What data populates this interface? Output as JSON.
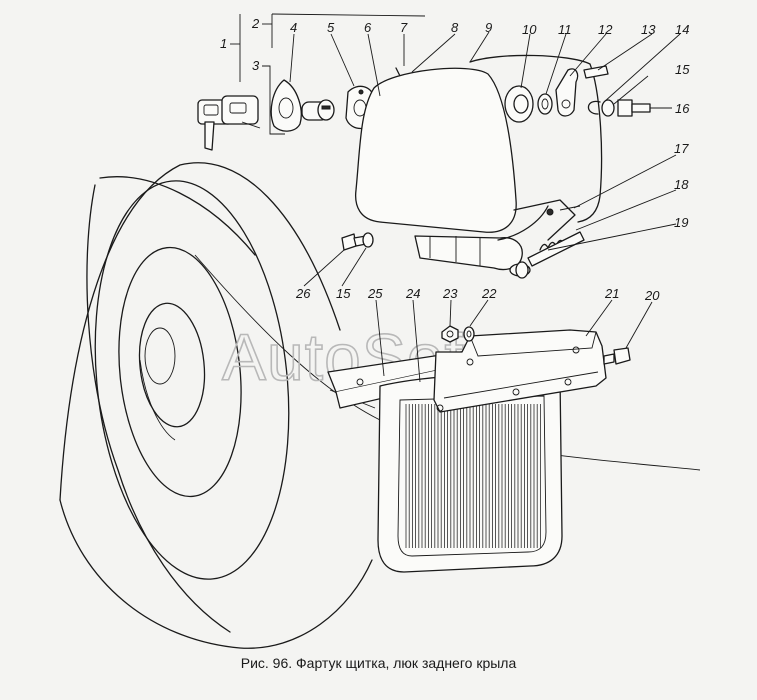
{
  "figure": {
    "caption": "Рис. 96. Фартук щитка, люк заднего крыла",
    "watermark": "AutoSoft",
    "callouts": [
      "1",
      "2",
      "3",
      "4",
      "5",
      "6",
      "7",
      "8",
      "9",
      "10",
      "11",
      "12",
      "13",
      "14",
      "15",
      "16",
      "17",
      "18",
      "19",
      "26",
      "15",
      "25",
      "24",
      "23",
      "22",
      "21",
      "20"
    ]
  }
}
